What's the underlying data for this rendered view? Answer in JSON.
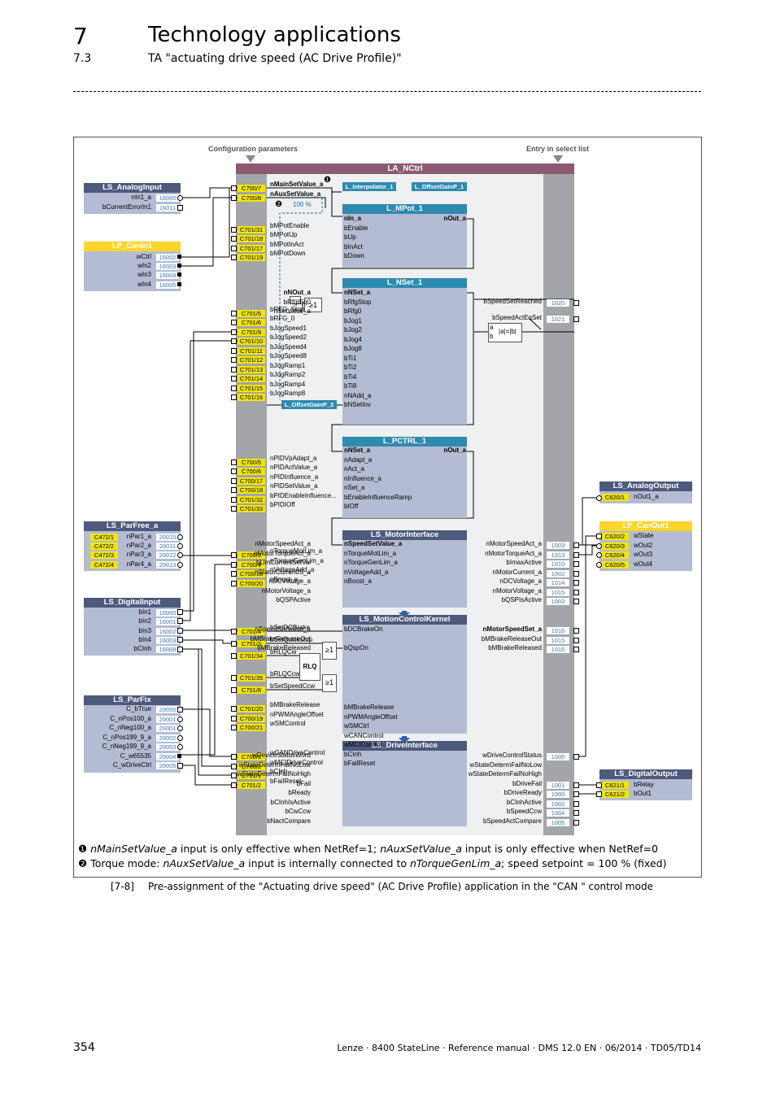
{
  "header": {
    "chapter_num": "7",
    "chapter_title": "Technology applications",
    "section_num": "7.3",
    "section_title": "TA \"actuating drive speed (AC Drive Profile)\""
  },
  "diagram": {
    "config_label": "Configuration parameters",
    "select_label": "Entry in select list",
    "main_title": "LA_NCtrl",
    "analog_input": {
      "title": "LS_AnalogInput",
      "rows": [
        [
          "nIn1_a",
          "16000"
        ],
        [
          "bCurrentErrorIn1",
          "16011"
        ]
      ]
    },
    "canin": {
      "title": "LP_CanIn1",
      "rows": [
        [
          "wCtrl",
          "16002"
        ],
        [
          "wIn2",
          "16003"
        ],
        [
          "wIn3",
          "16004"
        ],
        [
          "wIn4",
          "16005"
        ]
      ]
    },
    "parfree": {
      "title": "LS_ParFree_a",
      "rows": [
        [
          "C472/1",
          "nPar1_a",
          "20010"
        ],
        [
          "C472/2",
          "nPar2_a",
          "20011"
        ],
        [
          "C472/3",
          "nPar3_a",
          "20012"
        ],
        [
          "C472/4",
          "nPar4_a",
          "20013"
        ]
      ]
    },
    "digin": {
      "title": "LS_DigitalInput",
      "rows": [
        [
          "bIn1",
          "16000"
        ],
        [
          "bIn2",
          "16001"
        ],
        [
          "bIn3",
          "16002"
        ],
        [
          "bIn4",
          "16003"
        ],
        [
          "bCInh",
          "16008"
        ]
      ]
    },
    "parfix": {
      "title": "LS_ParFix",
      "rows": [
        [
          "C_bTrue",
          "20000"
        ],
        [
          "C_nPos100_a",
          "20001"
        ],
        [
          "C_nNeg100_a",
          "20001"
        ],
        [
          "C_nPos199_9_a",
          "20002"
        ],
        [
          "C_nNeg199_9_a",
          "20003"
        ],
        [
          "C_w65535",
          "20004"
        ],
        [
          "C_wDriveCtrl",
          "20005"
        ]
      ]
    },
    "params": [
      [
        "C700/7",
        "nMainSetValue_a",
        231
      ],
      [
        "C700/8",
        "nAuxSetValue_a",
        243
      ],
      [
        "C701/31",
        "bMPotEnable",
        282
      ],
      [
        "C701/18",
        "bMPotUp",
        293
      ],
      [
        "C701/17",
        "bMPotInAct",
        305
      ],
      [
        "C701/19",
        "bMPotDown",
        316
      ],
      [
        "C701/5",
        "bRFG_Stop",
        385
      ],
      [
        "C701/6",
        "bRFG_0",
        396
      ],
      [
        "C701/9",
        "bJogSpeed1",
        408
      ],
      [
        "C701/10",
        "bJogSpeed2",
        419
      ],
      [
        "C701/11",
        "bJogSpeed4",
        431
      ],
      [
        "C701/12",
        "bJogSpeed8",
        442
      ],
      [
        "C701/13",
        "bJogRamp1",
        454
      ],
      [
        "C701/14",
        "bJogRamp2",
        465
      ],
      [
        "C701/15",
        "bJogRamp4",
        477
      ],
      [
        "C701/16",
        "bJogRamp8",
        488
      ],
      [
        "C700/5",
        "nPIDVpAdapt_a",
        568
      ],
      [
        "C700/6",
        "nPIDActValue_a",
        579
      ],
      [
        "C700/17",
        "nPIDInfluence_a",
        591
      ],
      [
        "C700/18",
        "nPIDSetValue_a",
        602
      ],
      [
        "C701/32",
        "bPIDEnableInfluence...",
        614
      ],
      [
        "C701/33",
        "bPIDIOff",
        625
      ],
      [
        "C700/3",
        "nTorqueMotLim_a",
        682
      ],
      [
        "C700/4",
        "nTorqueGenLim_a",
        694
      ],
      [
        "C700/16",
        "nVoltageAdd_a",
        705
      ],
      [
        "C700/20",
        "nBoost_a",
        717
      ],
      [
        "C701/4",
        "bSetDCBrake",
        776
      ],
      [
        "C701/3",
        "bSetQuickstop",
        791
      ],
      [
        "C701/34",
        "bRLQCw",
        806
      ],
      [
        "C701/35",
        "bRLQCcw",
        833
      ],
      [
        "C701/8",
        "bSetSpeedCcw",
        848
      ],
      [
        "C701/20",
        "bMBrakeRelease",
        871
      ],
      [
        "C700/19",
        "nPWMAngleOffset",
        883
      ],
      [
        "C700/21",
        "wSMControl",
        894
      ],
      [
        "C700/1",
        "wCANDriveControl",
        930
      ],
      [
        "C700/2",
        "wMCIDriveControl",
        942
      ],
      [
        "C701/1",
        "bCInh",
        953
      ],
      [
        "C701/2",
        "bFailReset",
        965
      ]
    ],
    "subs": {
      "interp": "L_Interpolator_1",
      "offgain1": "L_OffsetGainP_1",
      "offgain2": "L_OffsetGainP_2",
      "stop_box": "...",
      "pct": "100 %"
    },
    "mpot": {
      "title": "L_MPot_1",
      "in": [
        "nIn_a",
        "bEnable",
        "bUp",
        "bInAct",
        "bDown"
      ],
      "out": "nOut_a"
    },
    "nset": {
      "title": "L_NSet_1",
      "in": [
        "nNSet_a",
        "bRfgStop",
        "bRfg0",
        "bJog1",
        "bJog2",
        "bJog4",
        "bJog8",
        "bTi1",
        "bTi2",
        "bTi4",
        "bTi8",
        "nNAdd_a",
        "bNSetInv"
      ],
      "out": [
        "nNOut_a",
        "bRfgIEq0",
        "nSetValue_a"
      ]
    },
    "pctrl": {
      "title": "L_PCTRL_1",
      "in": [
        "nNSet_a",
        "nAdapt_a",
        "nAct_a",
        "nInfluence_a",
        "nSet_a",
        "bEnableInfluenceRamp",
        "bIOff"
      ],
      "out": "nOut_a"
    },
    "motor": {
      "title": "LS_MotorInterface",
      "in": [
        "nSpeedSetValue_a",
        "nTorqueMotLim_a",
        "nTorqueGenLim_a",
        "nVoltageAdd_a",
        "nBoost_a"
      ],
      "out": [
        "nMotorSpeedAct_a",
        "nMotorTorqueAct_a",
        "bLimCurrentSetVal",
        "nStatorCurrentIS_a",
        "nDCVoltage_a",
        "nMotorVoltage_a",
        "bQSPActive"
      ]
    },
    "mck": {
      "title": "LS_MotionControlKernel",
      "in": [
        "bDCBrakeOn",
        "bQspOn"
      ],
      "out": [
        "nSpeedSetValue_a",
        "bMBrakeReleaseOut",
        "bMBrakeReleased"
      ]
    },
    "drive": {
      "title": "LS_DriveInterface",
      "in": [
        "bMBrakeRelease",
        "nPWMAngleOffset",
        "wSMCtrl",
        "wCANControl",
        "wMCIControl",
        "bCInh",
        "bFailReset"
      ],
      "out": [
        "wDeviceStatusWord",
        "wStateDetermFailNoLow",
        "wStateDetermFailNoHigh",
        "bFail",
        "bReady",
        "bCInhIsActive",
        "bCwCcw",
        "bNactCompare"
      ]
    },
    "speed_outs": [
      [
        "bSpeedSetReached",
        "1020"
      ],
      [
        "bSpeedActEqSet",
        "1021"
      ]
    ],
    "cmp": {
      "a": "a",
      "b": "b",
      "expr": "|a|=|b|"
    },
    "motor_outs": [
      [
        "nMotorSpeedAct_a",
        "1003"
      ],
      [
        "nMotorTorqueAct_a",
        "1013"
      ],
      [
        "bImaxActive",
        "1010"
      ],
      [
        "nMotorCurrent_a",
        "1002"
      ],
      [
        "nDCVoltage_a",
        "1014"
      ],
      [
        "nMotorVoltage_a",
        "1015"
      ],
      [
        "bQSPIsActive",
        "1003"
      ]
    ],
    "mck_outs": [
      [
        "nMotorSpeedSet_a",
        "1016"
      ],
      [
        "bMBrakeReleaseOut",
        "1015"
      ],
      [
        "bMBrakeReleased",
        "1016"
      ]
    ],
    "drive_outs": [
      [
        "wDriveControlStatus",
        "1000"
      ],
      [
        "wStateDetermFailNoLow",
        ""
      ],
      [
        "wStateDetermFailNoHigh",
        ""
      ],
      [
        "bDriveFail",
        "1001"
      ],
      [
        "bDriveReady",
        "1000"
      ],
      [
        "bCInhActive",
        "1002"
      ],
      [
        "bSpeedCcw",
        "1004"
      ],
      [
        "bSpeedActCompare",
        "1005"
      ]
    ],
    "analog_out": {
      "title": "LS_AnalogOutput",
      "rows": [
        [
          "C620/1",
          "nOut1_a"
        ]
      ]
    },
    "canout": {
      "title": "LP_CanOut1",
      "rows": [
        [
          "C620/2",
          "wState"
        ],
        [
          "C620/3",
          "wOut2"
        ],
        [
          "C620/4",
          "wOut3"
        ],
        [
          "C620/5",
          "wOut4"
        ]
      ]
    },
    "digout": {
      "title": "LS_DigitalOutput",
      "rows": [
        [
          "C621/1",
          "bRelay"
        ],
        [
          "C621/2",
          "bOut1"
        ]
      ]
    },
    "gates": {
      "stop": "≥1",
      "g1": "≥1",
      "rlq": "RLQ",
      "g2": "≥1"
    }
  },
  "footnotes": {
    "n1_sym": "❶",
    "n1_a": "nMainSetValue_a",
    "n1_b": " input is only effective when NetRef=1; ",
    "n1_c": "nAuxSetValue_a",
    "n1_d": " input is only effective when NetRef=0",
    "n2_sym": "❷",
    "n2_a": " Torque mode: ",
    "n2_b": "nAuxSetValue_a",
    "n2_c": " input is internally connected to ",
    "n2_d": "nTorqueGenLim_a",
    "n2_e": "; speed setpoint = 100 % (fixed)"
  },
  "caption": {
    "num": "[7-8]",
    "text": "Pre-assignment of the \"Actuating drive speed\"  (AC Drive Profile) application in the \"CAN \" control mode"
  },
  "footer": {
    "page": "354",
    "doc": "Lenze · 8400 StateLine · Reference manual · DMS 12.0 EN · 06/2014 · TD05/TD14"
  }
}
